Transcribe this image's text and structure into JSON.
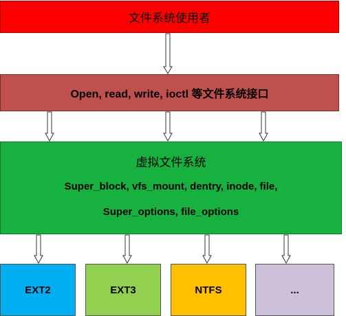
{
  "top": {
    "label": "文件系统使用者",
    "color": "#ff0000"
  },
  "api": {
    "label": "Open, read, write, ioctl  等文件系统接口",
    "color": "#c0504d"
  },
  "vfs": {
    "title": "虚拟文件系统",
    "line1": "Super_block, vfs_mount, dentry, inode, file,",
    "line2": "Super_options, file_options",
    "color": "#17b13f"
  },
  "filesystems": [
    {
      "label": "EXT2",
      "color": "#00b0f0"
    },
    {
      "label": "EXT3",
      "color": "#92d050"
    },
    {
      "label": "NTFS",
      "color": "#ffc000"
    },
    {
      "label": "...",
      "color": "#ccc0da"
    }
  ]
}
